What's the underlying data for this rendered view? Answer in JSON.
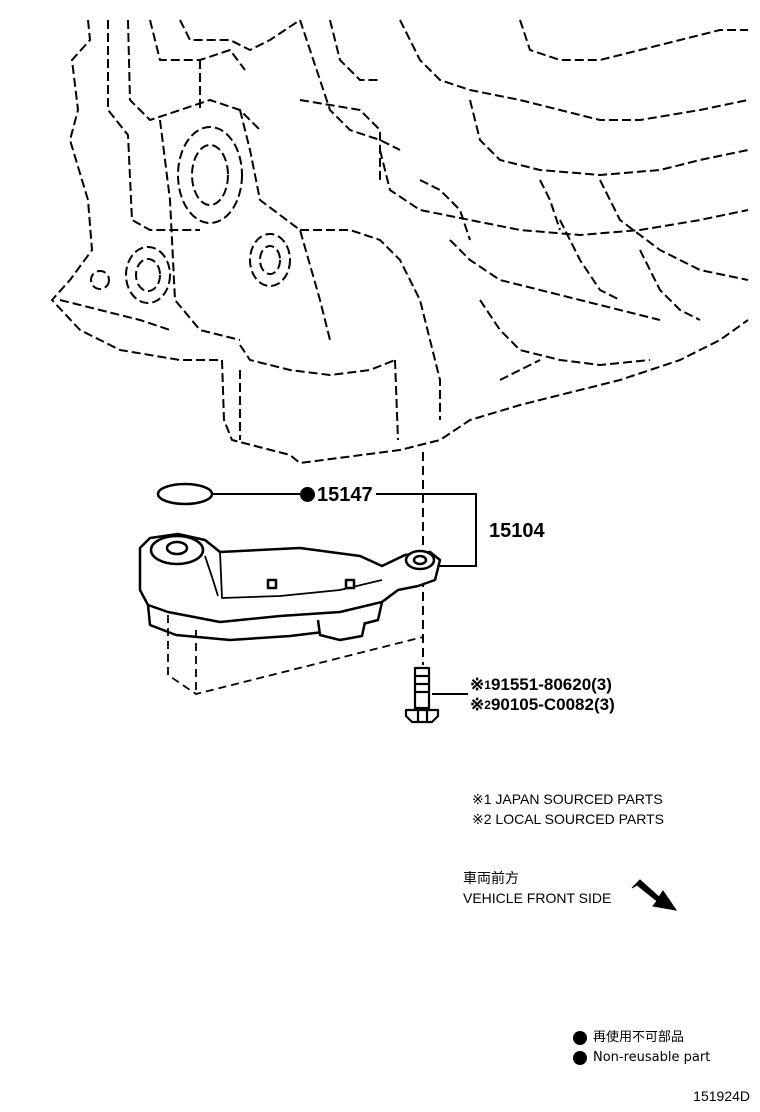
{
  "callouts": {
    "oring_part": "15147",
    "strainer_part": "15104"
  },
  "bolt": {
    "line1": {
      "mark": "※",
      "ref": "1",
      "text": "91551-80620(3)"
    },
    "line2": {
      "mark": "※",
      "ref": "2",
      "text": "90105-C0082(3)"
    }
  },
  "notes": {
    "note1": "※1 JAPAN SOURCED PARTS",
    "note2": "※2 LOCAL SOURCED PARTS"
  },
  "direction": {
    "jp": "車両前方",
    "en": "VEHICLE FRONT SIDE"
  },
  "legend": {
    "jp": "再使用不可部品",
    "en": "Non-reusable part"
  },
  "diagram_code": "151924D",
  "colors": {
    "line": "#000000",
    "background": "#ffffff"
  }
}
